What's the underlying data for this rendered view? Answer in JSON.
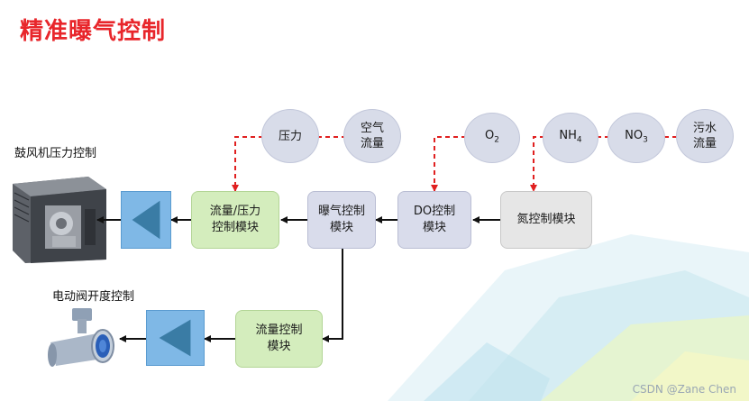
{
  "title": "精准曝气控制",
  "labels": {
    "blower": "鼓风机压力控制",
    "valve": "电动阀开度控制"
  },
  "boxes": {
    "flow_pressure": "流量/压力\n控制模块",
    "aeration": "曝气控制\n模块",
    "do": "DO控制\n模块",
    "nitrogen": "氮控制模块",
    "flow": "流量控制\n模块"
  },
  "sensors": {
    "pressure": "压力",
    "air_flow": "空气\n流量",
    "o2_main": "O",
    "o2_sub": "2",
    "nh4_main": "NH",
    "nh4_sub": "4",
    "no3_main": "NO",
    "no3_sub": "3",
    "sewage": "污水\n流量"
  },
  "colors": {
    "title": "#e8262b",
    "dashed_line": "#e02020",
    "arrow": "#111111",
    "green_box": "#d4edbd",
    "lavender_box": "#d9dceb",
    "gray_box": "#e6e6e6",
    "triangle": "#3a7ca5"
  },
  "watermark": "CSDN @Zane Chen"
}
